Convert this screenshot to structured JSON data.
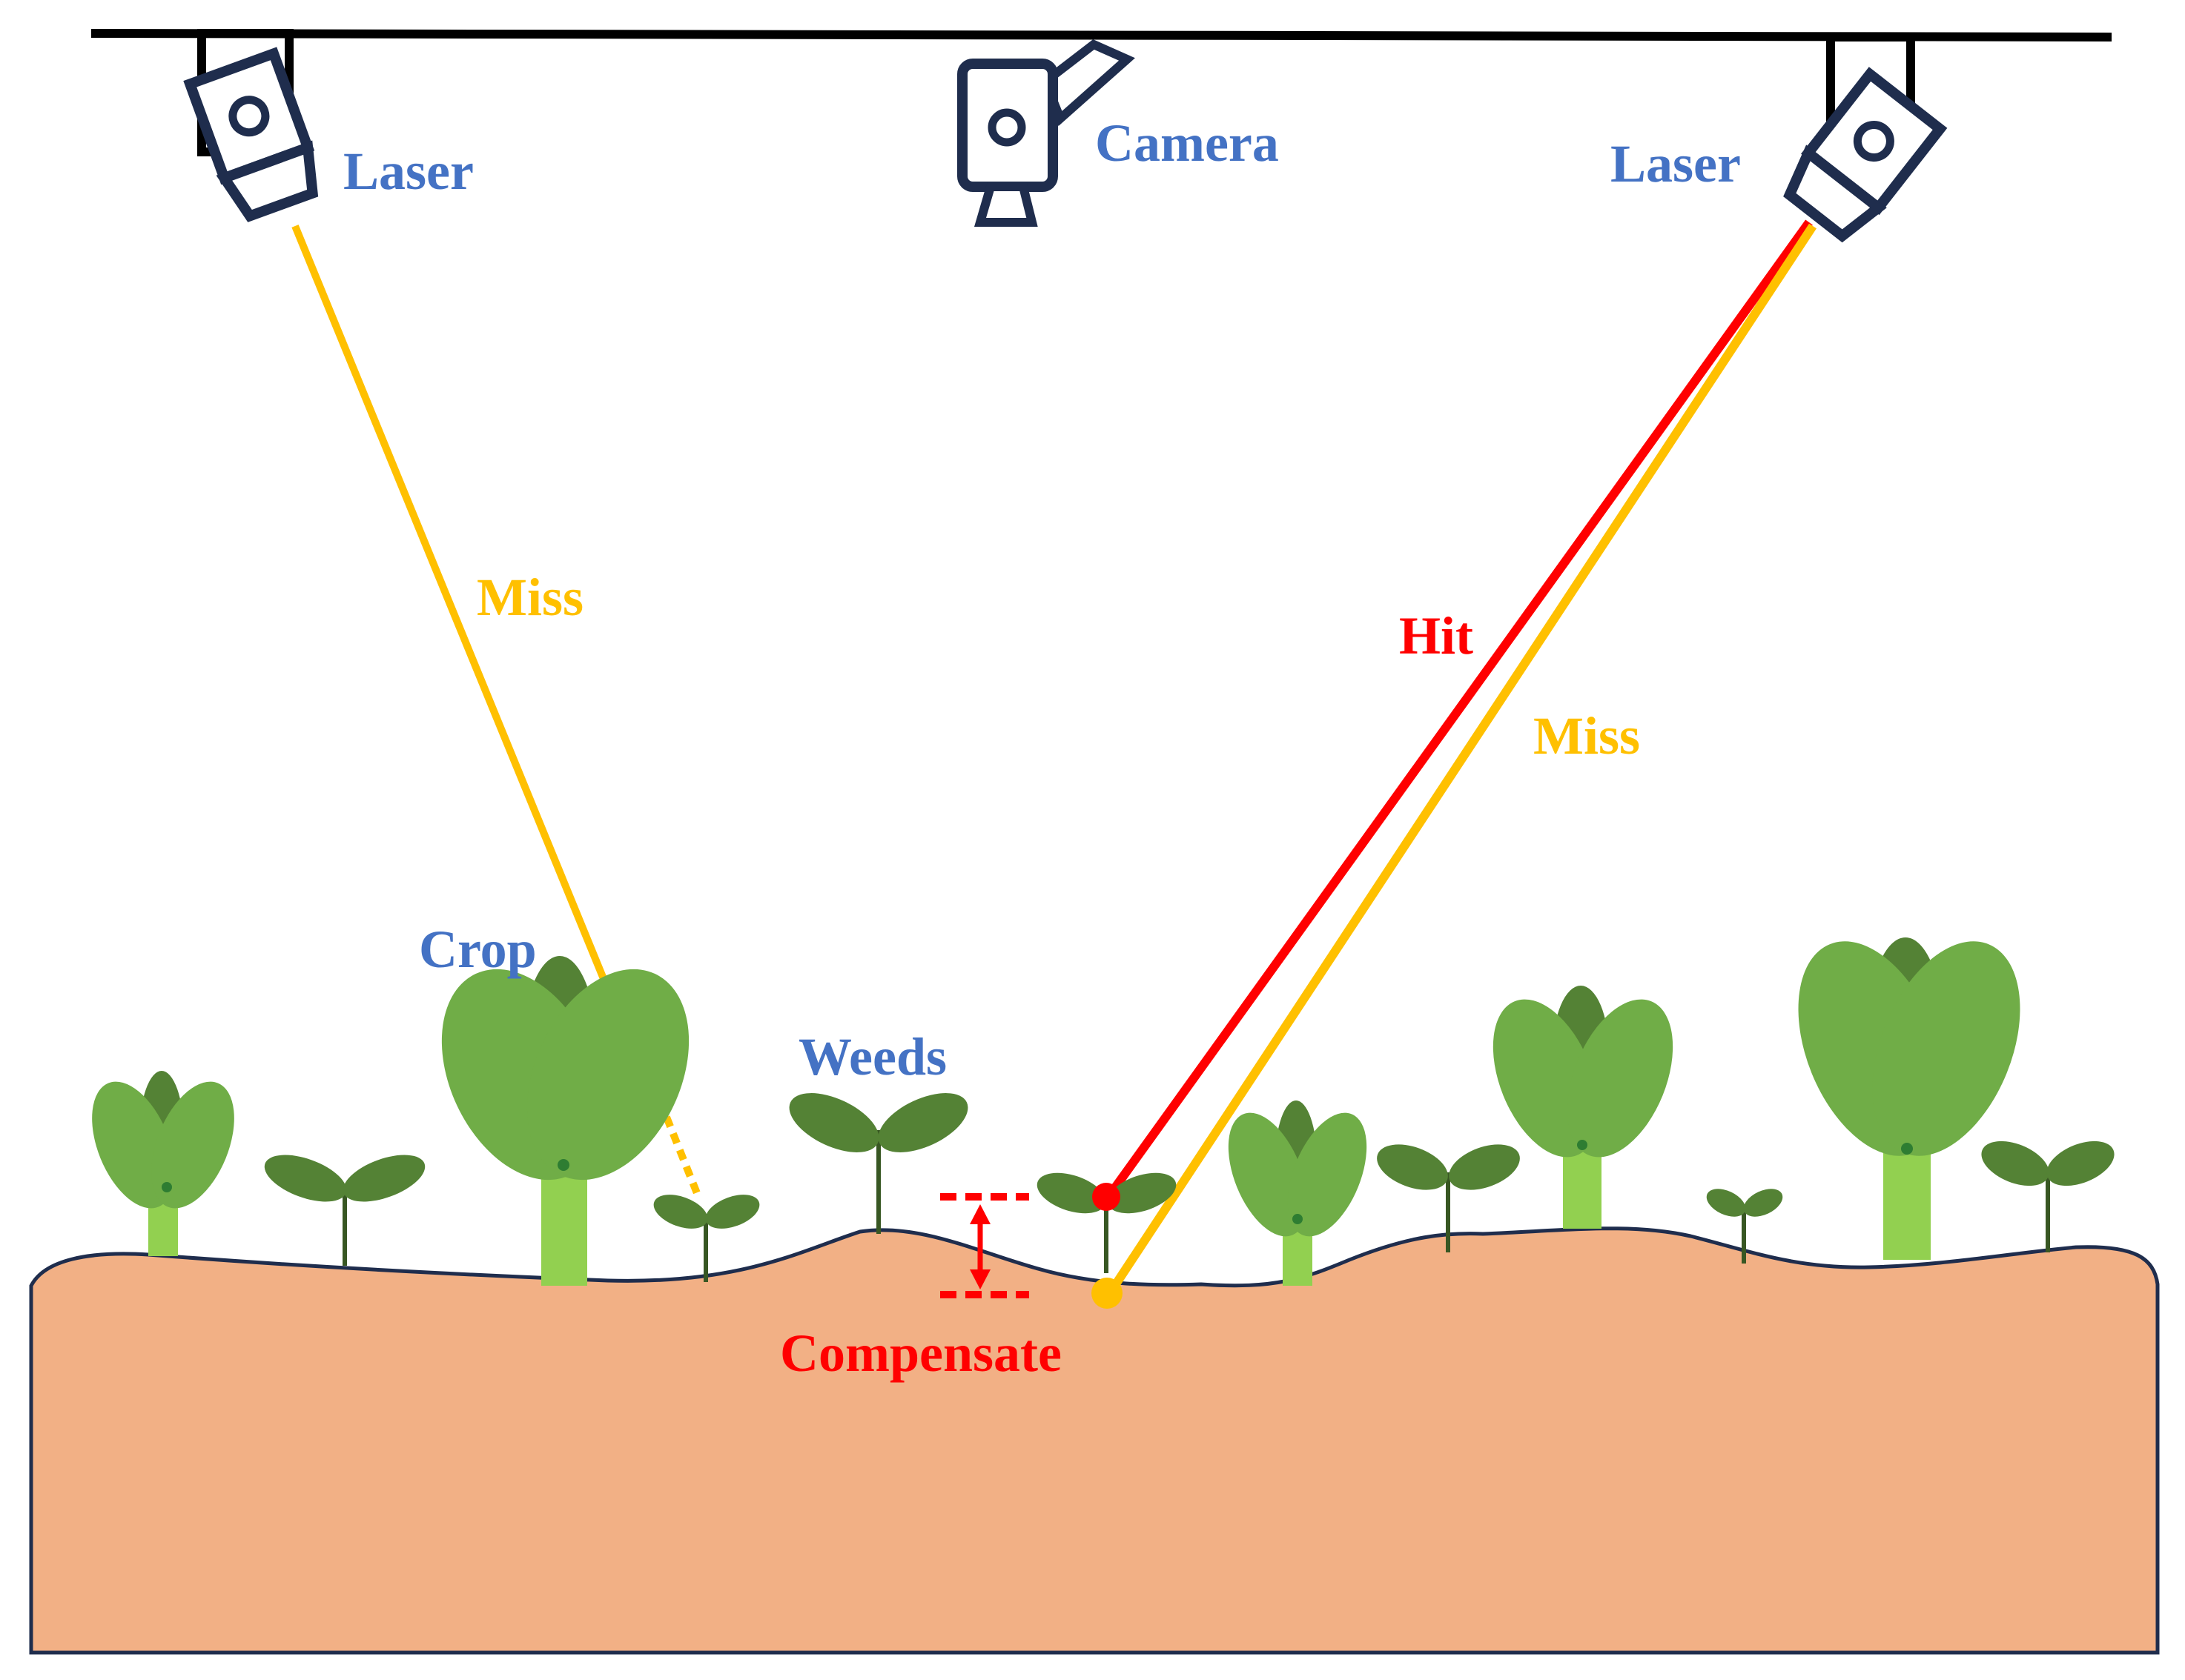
{
  "labels": {
    "laser_left": "Laser",
    "camera": "Camera",
    "laser_right": "Laser",
    "miss_left": "Miss",
    "hit": "Hit",
    "miss_right": "Miss",
    "crop": "Crop",
    "weeds": "Weeds",
    "compensate": "Compensate"
  },
  "colors": {
    "device_outline": "#1f2d4d",
    "device_label": "#4472c4",
    "miss_beam": "#ffc000",
    "hit_beam": "#ff0000",
    "soil_fill": "#f2b085",
    "soil_outline": "#1f2d4d",
    "crop_dark_leaf": "#548235",
    "crop_light_leaf": "#70ad47",
    "crop_stem": "#92d050",
    "weed_leaf": "#548235"
  },
  "icons": {
    "laser_left": "laser-emitter-icon",
    "camera": "camera-icon",
    "laser_right": "laser-emitter-icon"
  }
}
